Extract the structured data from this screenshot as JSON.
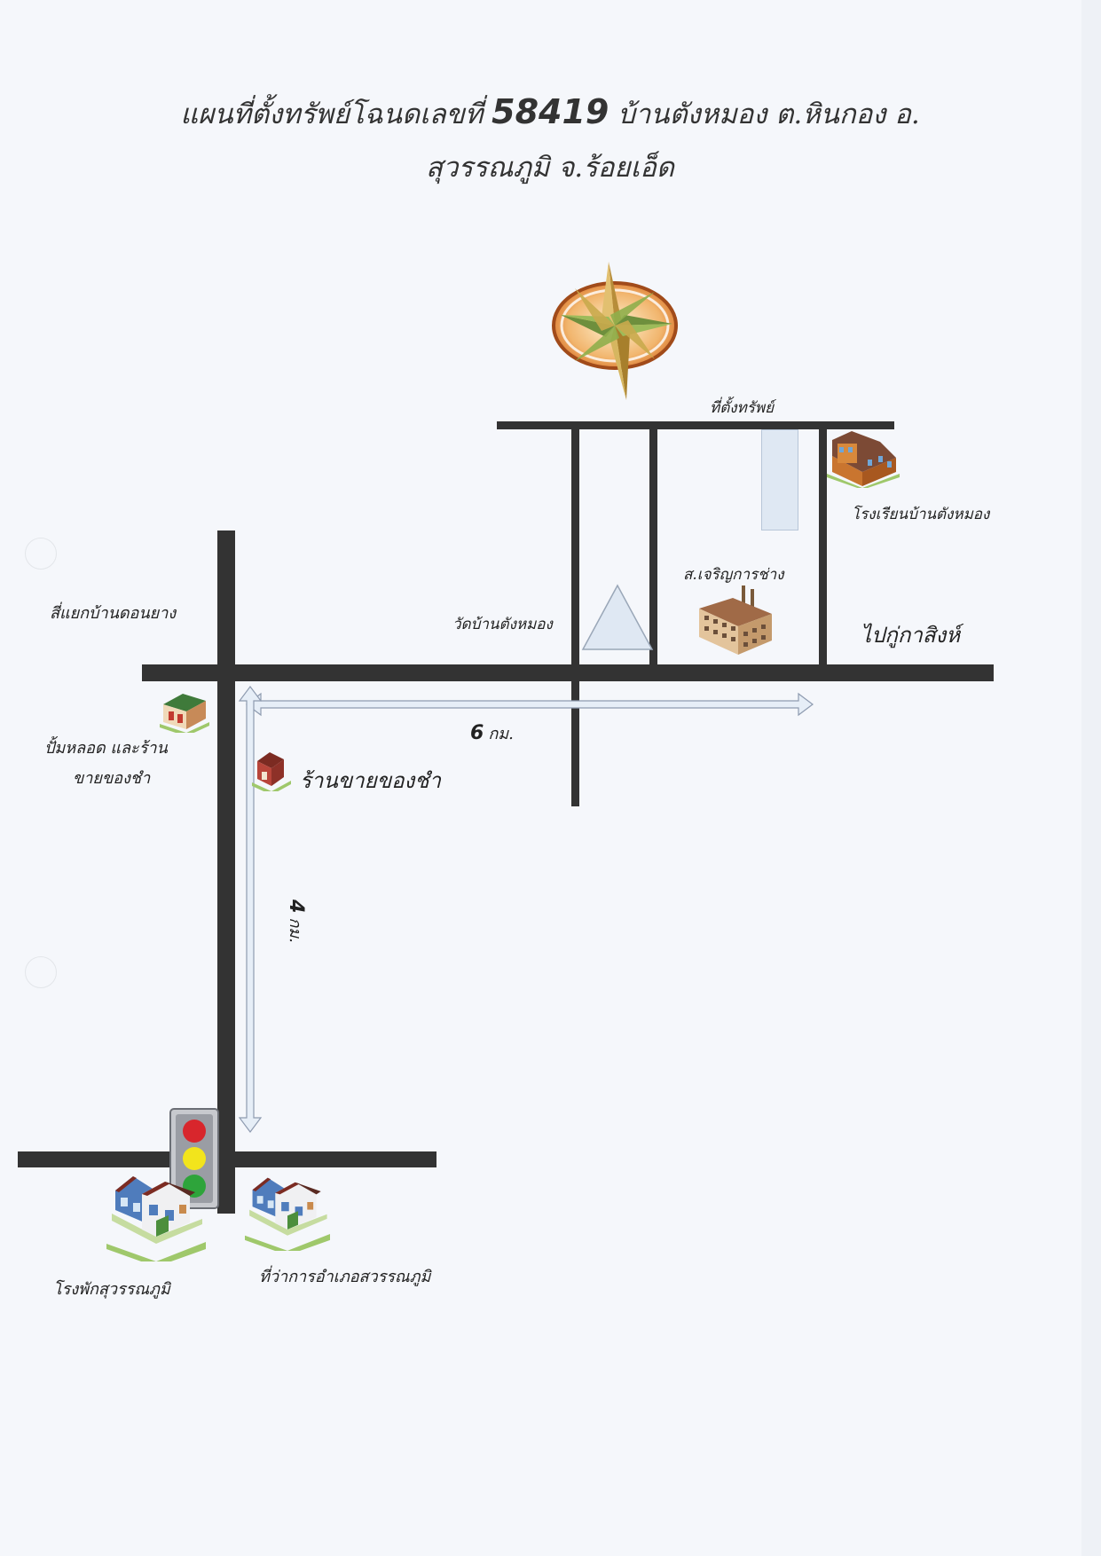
{
  "title": {
    "line1_prefix": "แผนที่ตั้งทรัพย์โฉนดเลขที่",
    "deed_number": "58419",
    "line1_suffix": "บ้านตังหมอง ต.หินกอง อ.",
    "line2": "สุวรรณภูมิ จ.ร้อยเอ็ด"
  },
  "labels": {
    "property": "ที่ตั้งทรัพย์",
    "school": "โรงเรียนบ้านตังหมอง",
    "charoen": "ส.เจริญการช่าง",
    "temple": "วัดบ้านตังหมอง",
    "to_kusing": "ไปกู่กาสิงห์",
    "intersection": "สี่แยกบ้านดอนยาง",
    "gas_line1": "ปั้มหลอด และร้าน",
    "gas_line2": "ขายของชำ",
    "grocery": "ร้านขายของชำ",
    "hotel": "โรงพักสุวรรณภูมิ",
    "district_office": "ที่ว่าการอำเภอสวรรณภูมิ"
  },
  "distances": {
    "horizontal_value": "6",
    "horizontal_unit": "กม.",
    "vertical_value": "4",
    "vertical_unit": "กม."
  },
  "icons": {
    "compass": "compass-rose-icon",
    "school": "school-building-icon",
    "factory": "factory-icon",
    "temple": "temple-triangle-icon",
    "gas": "gas-station-icon",
    "grocery": "barn-store-icon",
    "traffic": "traffic-light-icon",
    "house": "house-icon"
  },
  "colors": {
    "road": "#333333",
    "arrow": "#dbe6f2",
    "plot": "#dfe8f3",
    "traffic_red": "#d8262c",
    "traffic_yellow": "#f2e41c",
    "traffic_green": "#2ea43b"
  }
}
